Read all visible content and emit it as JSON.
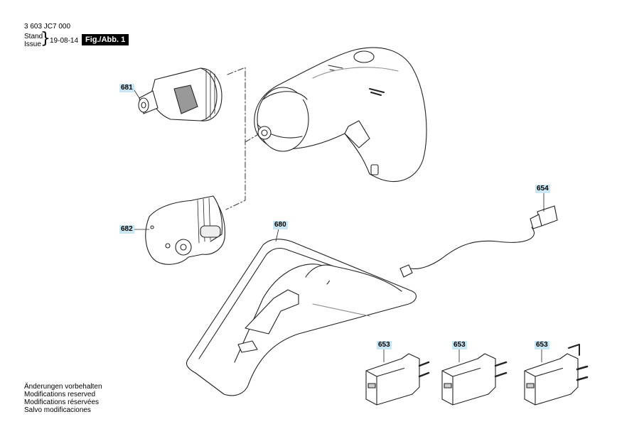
{
  "header": {
    "doc_number": "3 603 JC7 000",
    "stand_label": "Stand",
    "issue_label": "Issue",
    "date": "19-08-14",
    "figure_label": "Fig./Abb. 1"
  },
  "parts": {
    "p681": "681",
    "p682": "682",
    "p680": "680",
    "p654": "654",
    "p653a": "653",
    "p653b": "653",
    "p653c": "653"
  },
  "footer": {
    "line1": "Änderungen vorbehalten",
    "line2": "Modifications reserved",
    "line3": "Modifications réservées",
    "line4": "Salvo modificaciones"
  }
}
